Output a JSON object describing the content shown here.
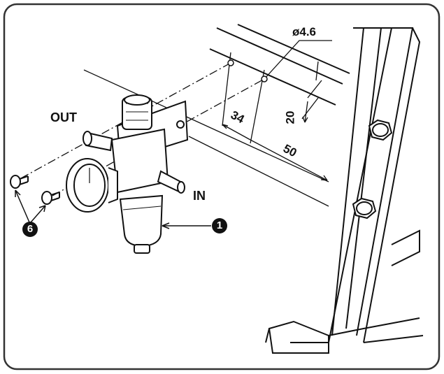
{
  "diagram": {
    "dimensions": {
      "hole_diameter": "ø4.6",
      "hole_spacing": "34",
      "offset_horizontal": "50",
      "offset_vertical": "20"
    },
    "port_labels": {
      "outlet": "OUT",
      "inlet": "IN"
    },
    "callouts": {
      "regulator": "1",
      "screws": "6"
    }
  }
}
